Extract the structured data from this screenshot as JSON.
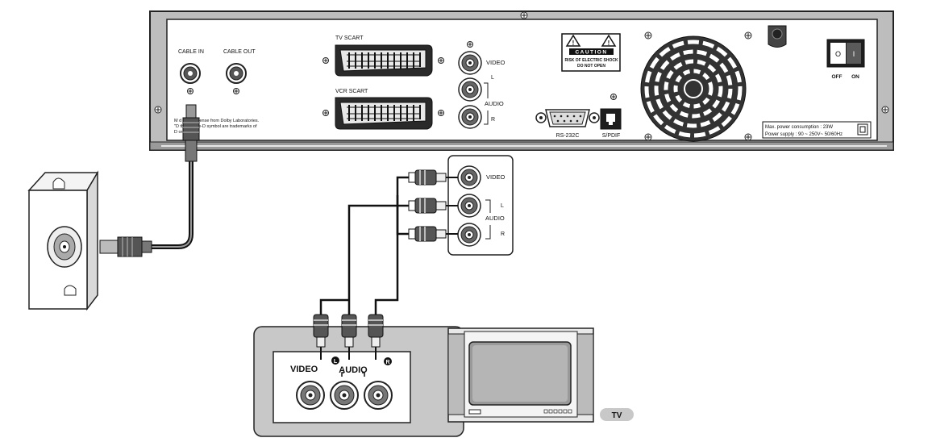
{
  "rear_panel": {
    "cable_in": "CABLE IN",
    "cable_out": "CABLE OUT",
    "tv_scart": "TV SCART",
    "vcr_scart": "VCR SCART",
    "video": "VIDEO",
    "audio": "AUDIO",
    "left": "L",
    "right": "R",
    "rs232c": "RS-232C",
    "spdif": "S/PDIF",
    "off": "OFF",
    "on": "ON",
    "power_symbols": "O   I",
    "dolby_line1": "M           d under license from Dolby Laboratories.",
    "dolby_line2": "\"D           the double-D symbol are trademarks of",
    "dolby_line3": "D          oratories.",
    "power_consumption": "Max. power consumption : 23W",
    "power_supply": "Power supply : 90 ~ 250V~ 50/60Hz"
  },
  "caution": {
    "title": "CAUTION",
    "line1": "RISK OF ELECTRIC SHOCK",
    "line2": "DO NOT OPEN"
  },
  "connection_panel": {
    "video": "VIDEO",
    "audio": "AUDIO",
    "left": "L",
    "right": "R"
  },
  "tv_inputs": {
    "video": "VIDEO",
    "audio": "AUDIO",
    "left_badge": "L",
    "right_badge": "R"
  },
  "tv_label": "TV"
}
